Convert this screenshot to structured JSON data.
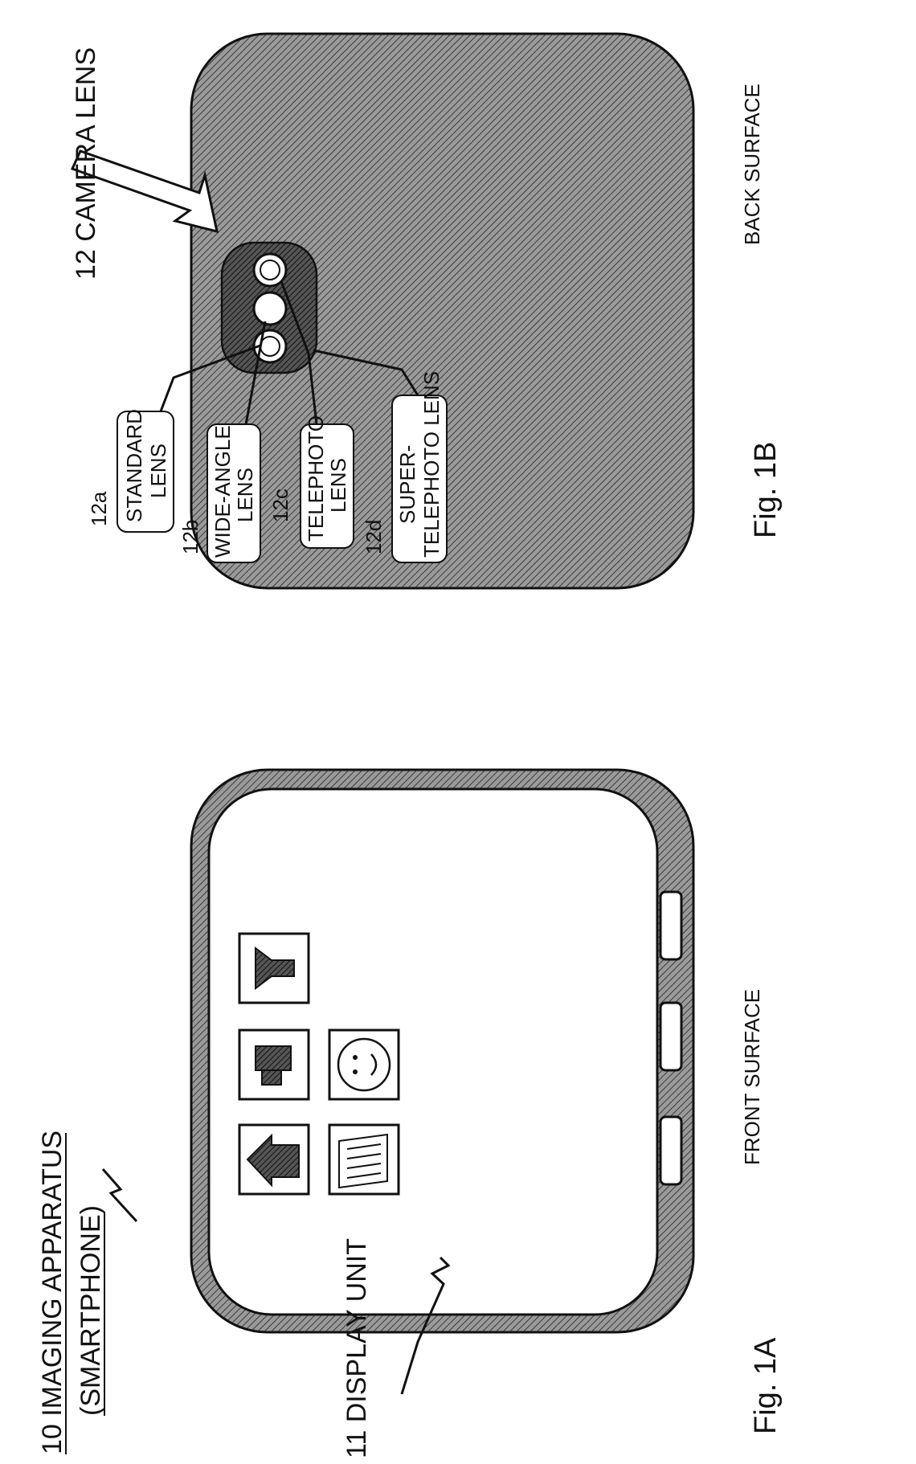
{
  "title": {
    "line1": "10 IMAGING APPARATUS",
    "line2": "(SMARTPHONE)"
  },
  "fig1a": {
    "label": "Fig. 1A",
    "surface": "FRONT SURFACE",
    "display_label": "11 DISPLAY UNIT",
    "icons": [
      "house-icon",
      "camera-icon",
      "speaker-icon",
      "book-icon",
      "smiley-icon"
    ]
  },
  "fig1b": {
    "label": "Fig. 1B",
    "surface": "BACK SURFACE",
    "camera_label": "12 CAMERA LENS",
    "lenses": [
      {
        "ref": "12a",
        "line1": "STANDARD",
        "line2": "LENS"
      },
      {
        "ref": "12b",
        "line1": "WIDE-ANGLE",
        "line2": "LENS"
      },
      {
        "ref": "12c",
        "line1": "TELEPHOTO",
        "line2": "LENS"
      },
      {
        "ref": "12d",
        "line1": "SUPER-",
        "line2": "TELEPHOTO LENS"
      }
    ]
  },
  "colors": {
    "ink": "#111111",
    "hatch": "#8a8a8a",
    "paper": "#ffffff"
  }
}
